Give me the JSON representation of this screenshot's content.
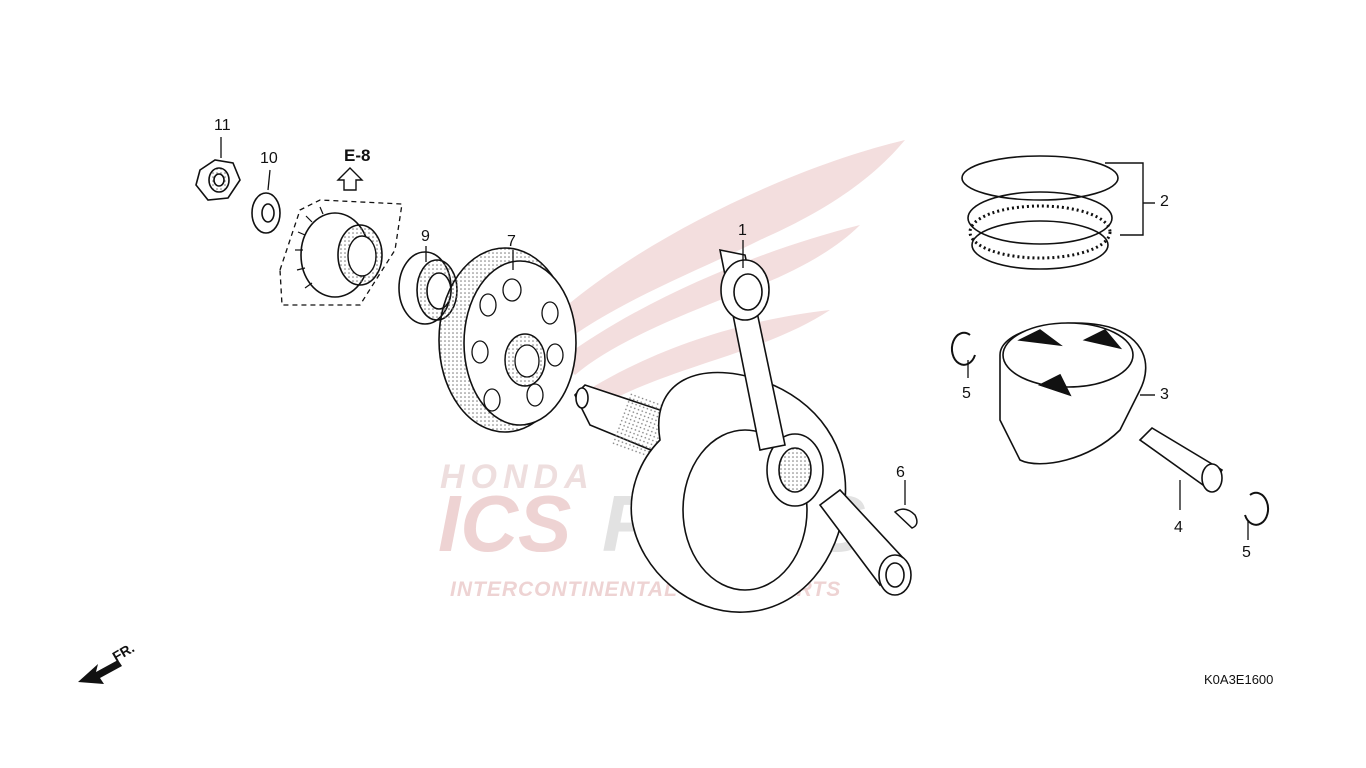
{
  "watermark": {
    "brand_left": "ICS",
    "brand_right": "PARTS",
    "tagline": "INTERCONTINENTAL SPARE PARTS",
    "emblem_text": "HONDA",
    "color": "#e8c9c9"
  },
  "reference": {
    "label": "E-8"
  },
  "front_indicator": {
    "label": "FR."
  },
  "diagram_code": "K0A3E1600",
  "callouts": [
    {
      "id": "1",
      "name": "callout-1-connecting-rod-crankshaft"
    },
    {
      "id": "2",
      "name": "callout-2-piston-ring-set"
    },
    {
      "id": "3",
      "name": "callout-3-piston"
    },
    {
      "id": "4",
      "name": "callout-4-piston-pin"
    },
    {
      "id": "5",
      "name": "callout-5-piston-pin-clip"
    },
    {
      "id": "5",
      "name": "callout-5-piston-pin-clip-b"
    },
    {
      "id": "6",
      "name": "callout-6-primary-drive-gear"
    },
    {
      "id": "7",
      "name": "callout-7-bearing-collar"
    },
    {
      "id": "9",
      "name": "callout-9-lock-nut"
    },
    {
      "id": "10",
      "name": "callout-10-washer"
    },
    {
      "id": "11",
      "name": "callout-11-woodruff-key"
    }
  ]
}
